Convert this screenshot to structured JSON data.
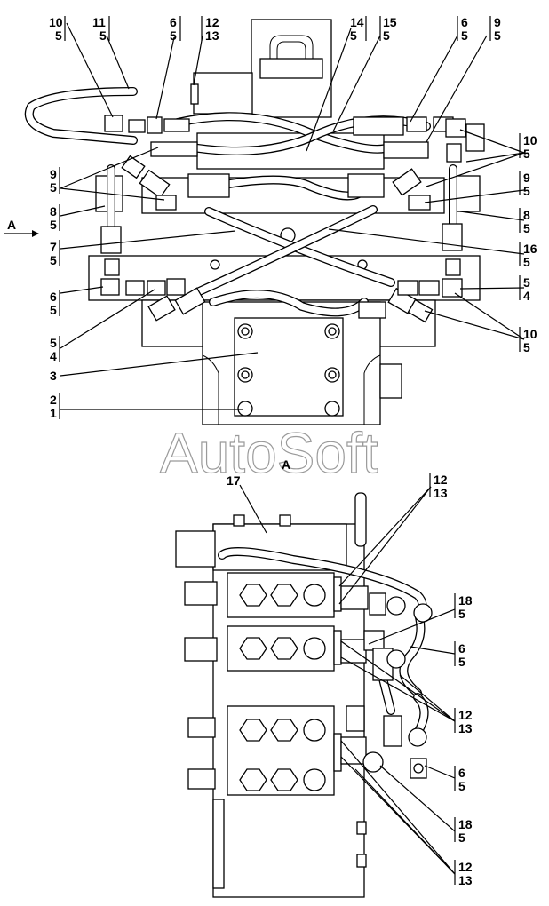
{
  "watermark": "AutoSoft",
  "view_label": "A",
  "arrow_label": "A",
  "top_view": {
    "labels": [
      {
        "id": "l10_5_tl",
        "top": "10",
        "bottom": "5"
      },
      {
        "id": "l11_5",
        "top": "11",
        "bottom": "5"
      },
      {
        "id": "l6_5_t1",
        "top": "6",
        "bottom": "5"
      },
      {
        "id": "l12_13_t",
        "top": "12",
        "bottom": "13"
      },
      {
        "id": "l14_5",
        "top": "14",
        "bottom": "5"
      },
      {
        "id": "l15_5",
        "top": "15",
        "bottom": "5"
      },
      {
        "id": "l6_5_t2",
        "top": "6",
        "bottom": "5"
      },
      {
        "id": "l9_5_tr",
        "top": "9",
        "bottom": "5"
      },
      {
        "id": "l9_5_l",
        "top": "9",
        "bottom": "5"
      },
      {
        "id": "l8_5_l",
        "top": "8",
        "bottom": "5"
      },
      {
        "id": "l7_5",
        "top": "7",
        "bottom": "5"
      },
      {
        "id": "l6_5_l",
        "top": "6",
        "bottom": "5"
      },
      {
        "id": "l5_4_l",
        "top": "5",
        "bottom": "4"
      },
      {
        "id": "l3",
        "top": "3",
        "bottom": ""
      },
      {
        "id": "l2_1",
        "top": "2",
        "bottom": "1"
      },
      {
        "id": "l10_5_r1",
        "top": "10",
        "bottom": "5"
      },
      {
        "id": "l9_5_r",
        "top": "9",
        "bottom": "5"
      },
      {
        "id": "l8_5_r",
        "top": "8",
        "bottom": "5"
      },
      {
        "id": "l16_5",
        "top": "16",
        "bottom": "5"
      },
      {
        "id": "l5_4_r",
        "top": "5",
        "bottom": "4"
      },
      {
        "id": "l10_5_r2",
        "top": "10",
        "bottom": "5"
      }
    ]
  },
  "side_view": {
    "labels": [
      {
        "id": "l17",
        "top": "17",
        "bottom": ""
      },
      {
        "id": "l12_13_s1",
        "top": "12",
        "bottom": "13"
      },
      {
        "id": "l18_5_s1",
        "top": "18",
        "bottom": "5"
      },
      {
        "id": "l6_5_s1",
        "top": "6",
        "bottom": "5"
      },
      {
        "id": "l12_13_s2",
        "top": "12",
        "bottom": "13"
      },
      {
        "id": "l6_5_s2",
        "top": "6",
        "bottom": "5"
      },
      {
        "id": "l18_5_s2",
        "top": "18",
        "bottom": "5"
      },
      {
        "id": "l12_13_s3",
        "top": "12",
        "bottom": "13"
      }
    ]
  }
}
